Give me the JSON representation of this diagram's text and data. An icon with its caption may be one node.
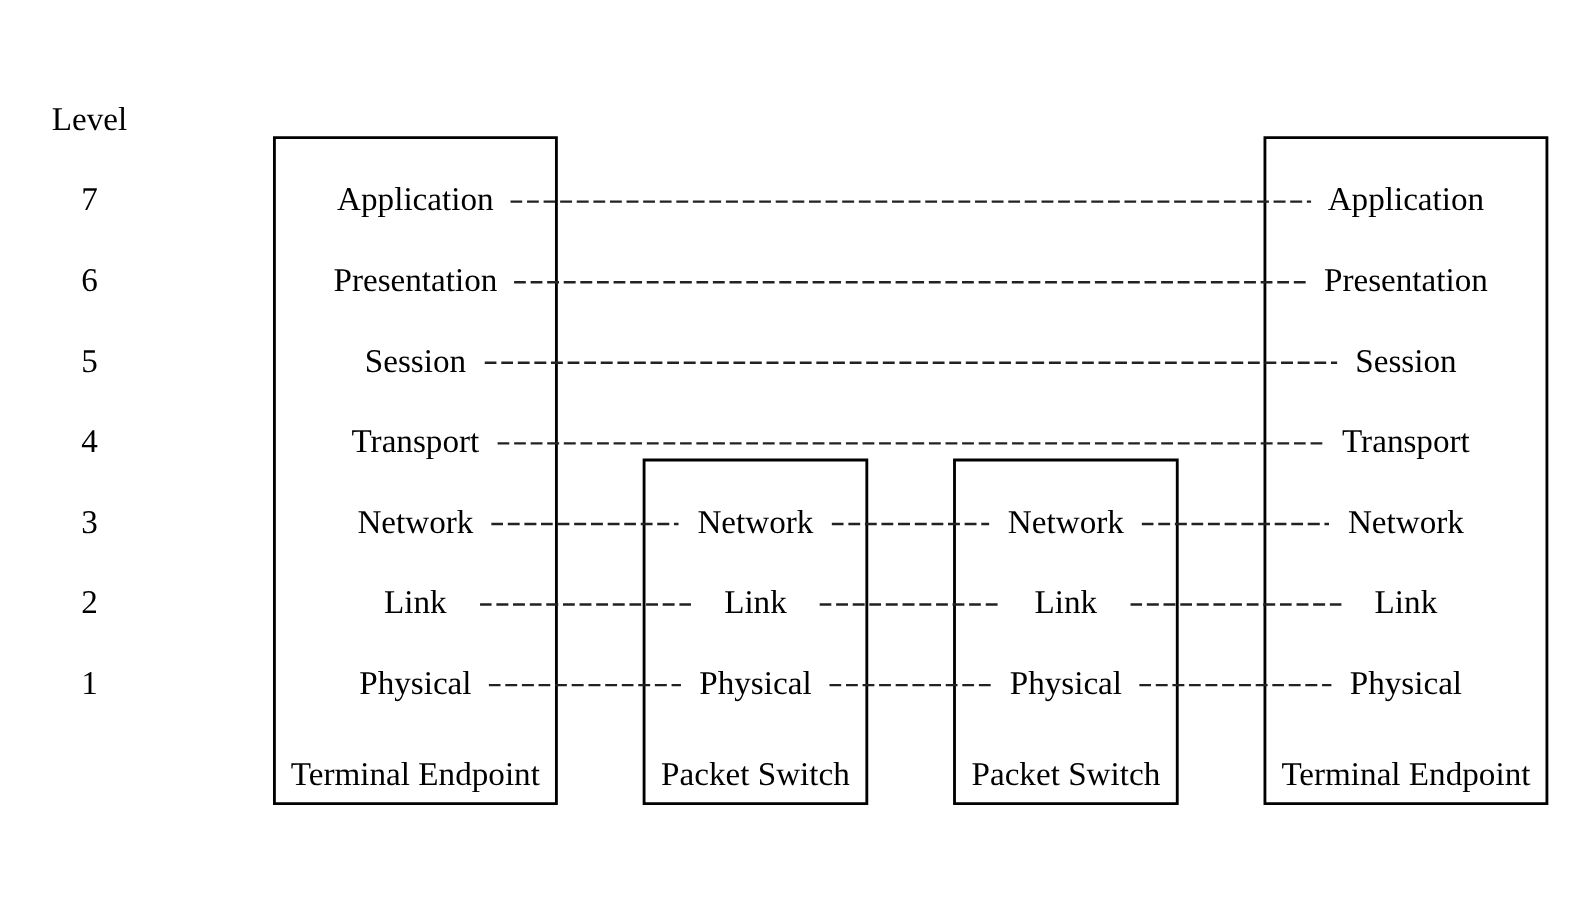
{
  "diagram": {
    "nodes": [
      {
        "text": [
          "Terminal Endpoint"
        ]
      },
      {
        "text": [
          "Application"
        ],
        "in": 0
      },
      {
        "text": [
          "Presentation"
        ],
        "in": 0
      },
      {
        "text": [
          "Session"
        ],
        "in": 0
      },
      {
        "text": [
          "Transport"
        ],
        "in": 0
      },
      {
        "text": [
          "Network"
        ],
        "in": 0
      },
      {
        "text": [
          "Link"
        ],
        "in": 0
      },
      {
        "text": [
          "Physical"
        ],
        "in": 0
      },
      {
        "text": [
          "Packet Switch"
        ]
      },
      {
        "text": [
          "Network"
        ],
        "in": 8
      },
      {
        "text": [
          "Link"
        ],
        "in": 8
      },
      {
        "text": [
          "Physical"
        ],
        "in": 8
      },
      {
        "text": [
          "Packet Switch"
        ]
      },
      {
        "text": [
          "Network"
        ],
        "in": 12
      },
      {
        "text": [
          "Link"
        ],
        "in": 12
      },
      {
        "text": [
          "Physical"
        ],
        "in": 12
      },
      {
        "text": [
          "Terminal Endpoint"
        ]
      },
      {
        "text": [
          "Application"
        ],
        "in": 16
      },
      {
        "text": [
          "Presentation"
        ],
        "in": 16
      },
      {
        "text": [
          "Session"
        ],
        "in": 16
      },
      {
        "text": [
          "Transport"
        ],
        "in": 16
      },
      {
        "text": [
          "Network"
        ],
        "in": 16
      },
      {
        "text": [
          "Link"
        ],
        "in": 16
      },
      {
        "text": [
          "Physical"
        ],
        "in": 16
      }
    ],
    "edges": [
      {
        "from": 1,
        "to": 17,
        "arrow": "none",
        "style": "dashed"
      },
      {
        "from": 2,
        "to": 18,
        "arrow": "none",
        "style": "dashed"
      },
      {
        "from": 3,
        "to": 19,
        "arrow": "none",
        "style": "dashed"
      },
      {
        "from": 4,
        "to": 20,
        "arrow": "none",
        "style": "dashed"
      },
      {
        "from": 5,
        "to": 9,
        "arrow": "none",
        "style": "dashed"
      },
      {
        "from": 9,
        "to": 13,
        "arrow": "none",
        "style": "dashed"
      },
      {
        "from": 13,
        "to": 21,
        "arrow": "none",
        "style": "dashed"
      },
      {
        "from": 6,
        "to": 10,
        "arrow": "none",
        "style": "dashed"
      },
      {
        "from": 10,
        "to": 14,
        "arrow": "none",
        "style": "dashed"
      },
      {
        "from": 14,
        "to": 22,
        "arrow": "none",
        "style": "dashed"
      },
      {
        "from": 7,
        "to": 11,
        "arrow": "none",
        "style": "dashed"
      },
      {
        "from": 11,
        "to": 15,
        "arrow": "none",
        "style": "dashed"
      },
      {
        "from": 15,
        "to": 23,
        "arrow": "none",
        "style": "dashed"
      }
    ],
    "labels": [
      "Level",
      "7",
      "6",
      "5",
      "4",
      "3",
      "2",
      "1"
    ]
  }
}
